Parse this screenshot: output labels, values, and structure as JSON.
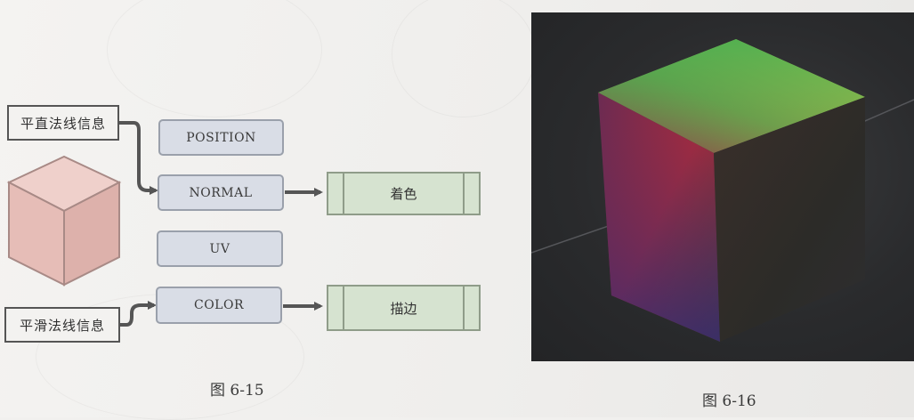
{
  "fig615": {
    "caption": "图 6-15",
    "label_top": "平直法线信息",
    "label_bottom": "平滑法线信息",
    "semantics": [
      "POSITION",
      "NORMAL",
      "UV",
      "COLOR"
    ],
    "pass_shade": "着色",
    "pass_outline": "描边",
    "colors": {
      "cube": "#e8c2bd",
      "cube_edge": "#a88a86",
      "semantic_fill": "#d9dde6",
      "pass_fill": "#d6e3d0",
      "arrow": "#555555"
    }
  },
  "fig616": {
    "caption": "图 6-16"
  }
}
